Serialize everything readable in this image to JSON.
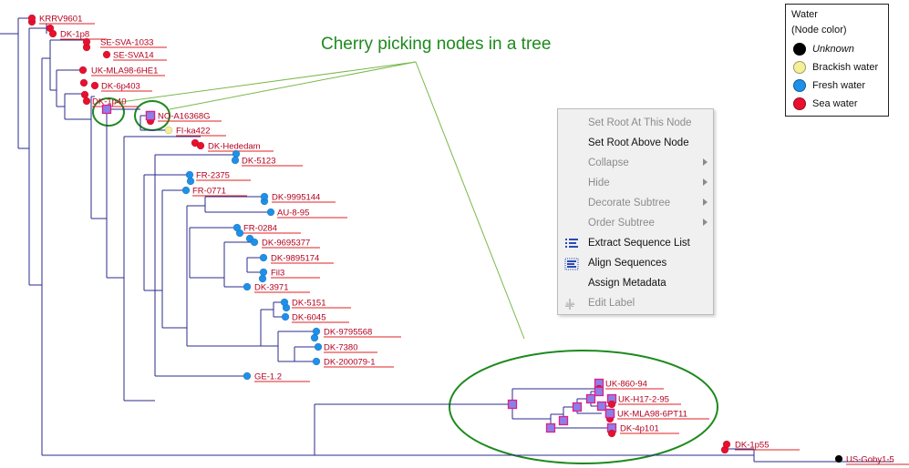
{
  "headline": "Cherry picking nodes in a tree",
  "legend": {
    "title": "Water",
    "subtitle": "(Node color)",
    "items": [
      {
        "label": "Unknown",
        "color": "#000000",
        "italic": true
      },
      {
        "label": "Brackish water",
        "color": "#f5f097",
        "italic": false
      },
      {
        "label": "Fresh water",
        "color": "#1e90e8",
        "italic": false
      },
      {
        "label": "Sea water",
        "color": "#e8102e",
        "italic": false
      }
    ]
  },
  "colors": {
    "branch": "#2b2b8c",
    "label_text": "#b3001e",
    "underline": "#e02020",
    "selection_ring": "#1e8a1e",
    "selected_node_fill": "#8a80e8",
    "selected_node_border": "#e01e8a"
  },
  "context_menu": {
    "items": [
      {
        "label": "Set Root At This Node",
        "enabled": false,
        "submenu": false,
        "icon": ""
      },
      {
        "label": "Set Root Above Node",
        "enabled": true,
        "submenu": false,
        "icon": ""
      },
      {
        "label": "Collapse",
        "enabled": false,
        "submenu": true,
        "icon": ""
      },
      {
        "label": "Hide",
        "enabled": false,
        "submenu": true,
        "icon": ""
      },
      {
        "label": "Decorate Subtree",
        "enabled": false,
        "submenu": true,
        "icon": ""
      },
      {
        "label": "Order Subtree",
        "enabled": false,
        "submenu": true,
        "icon": ""
      },
      {
        "label": "Extract Sequence List",
        "enabled": true,
        "submenu": false,
        "icon": "sequence-list-icon"
      },
      {
        "label": "Align Sequences",
        "enabled": true,
        "submenu": false,
        "icon": "align-sequences-icon"
      },
      {
        "label": "Assign Metadata",
        "enabled": true,
        "submenu": false,
        "icon": ""
      },
      {
        "label": "Edit Label",
        "enabled": false,
        "submenu": false,
        "icon": "edit-label-icon"
      }
    ]
  },
  "tree": {
    "leaves": [
      {
        "name": "KRRV9601",
        "water": "Sea water",
        "selected": false
      },
      {
        "name": "DK-1p8",
        "water": "Sea water",
        "selected": false
      },
      {
        "name": "SE-SVA-1033",
        "water": "Sea water",
        "selected": false
      },
      {
        "name": "SE-SVA14",
        "water": "Sea water",
        "selected": false
      },
      {
        "name": "UK-MLA98-6HE1",
        "water": "Sea water",
        "selected": false
      },
      {
        "name": "DK-6p403",
        "water": "Sea water",
        "selected": false
      },
      {
        "name": "DK-1p40",
        "water": "Sea water",
        "selected": false
      },
      {
        "name": "NO-A16368G",
        "water": "Sea water",
        "selected": true
      },
      {
        "name": "FI-ka422",
        "water": "Brackish water",
        "selected": false
      },
      {
        "name": "DK-Hededam",
        "water": "Sea water",
        "selected": false
      },
      {
        "name": "DK-5123",
        "water": "Fresh water",
        "selected": false
      },
      {
        "name": "FR-2375",
        "water": "Fresh water",
        "selected": false
      },
      {
        "name": "FR-0771",
        "water": "Fresh water",
        "selected": false
      },
      {
        "name": "DK-9995144",
        "water": "Fresh water",
        "selected": false
      },
      {
        "name": "AU-8-95",
        "water": "Fresh water",
        "selected": false
      },
      {
        "name": "FR-0284",
        "water": "Fresh water",
        "selected": false
      },
      {
        "name": "DK-9695377",
        "water": "Fresh water",
        "selected": false
      },
      {
        "name": "DK-9895174",
        "water": "Fresh water",
        "selected": false
      },
      {
        "name": "Fil3",
        "water": "Fresh water",
        "selected": false
      },
      {
        "name": "DK-3971",
        "water": "Fresh water",
        "selected": false
      },
      {
        "name": "DK-5151",
        "water": "Fresh water",
        "selected": false
      },
      {
        "name": "DK-6045",
        "water": "Fresh water",
        "selected": false
      },
      {
        "name": "DK-9795568",
        "water": "Fresh water",
        "selected": false
      },
      {
        "name": "DK-7380",
        "water": "Fresh water",
        "selected": false
      },
      {
        "name": "DK-200079-1",
        "water": "Fresh water",
        "selected": false
      },
      {
        "name": "GE-1.2",
        "water": "Fresh water",
        "selected": false
      },
      {
        "name": "UK-860-94",
        "water": "Sea water",
        "selected": true
      },
      {
        "name": "UK-H17-2-95",
        "water": "Sea water",
        "selected": true
      },
      {
        "name": "UK-MLA98-6PT11",
        "water": "Sea water",
        "selected": true
      },
      {
        "name": "DK-4p101",
        "water": "Sea water",
        "selected": true
      },
      {
        "name": "DK-1p55",
        "water": "Sea water",
        "selected": false
      },
      {
        "name": "US-Goby1-5",
        "water": "Unknown",
        "selected": false
      }
    ]
  }
}
